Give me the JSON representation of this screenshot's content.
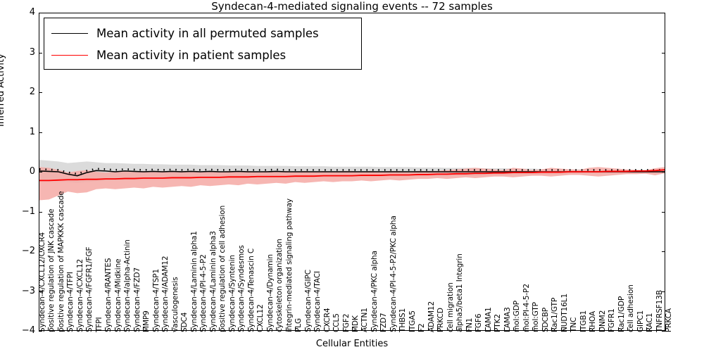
{
  "chart_data": {
    "type": "line",
    "title": "Syndecan-4-mediated signaling events -- 72 samples",
    "xlabel": "Cellular Entities",
    "ylabel": "Inferred Activity",
    "ylim": [
      -4,
      4
    ],
    "yticks": [
      4,
      3,
      2,
      1,
      0,
      -1,
      -2,
      -3,
      -4
    ],
    "grid": false,
    "legend_position": "upper-left",
    "n_samples": 72,
    "colors": {
      "permuted_line": "#000000",
      "patient_line": "#ff0000",
      "permuted_band": "#d9d9d9",
      "patient_band": "#f4a9a4"
    },
    "categories": [
      "Syndecan-4/CXCL12/CXCR4",
      "positive regulation of JNK cascade",
      "positive regulation of MAPKKK cascade",
      "Syndecan-4/TFPI",
      "Syndecan-4/CXCL12",
      "Syndecan-4/FGFR1/FGF",
      "TFPI",
      "Syndecan-4/RANTES",
      "Syndecan-4/Midkine",
      "Syndecan-4/alpha-Actinin",
      "Syndecan-4/FZD7",
      "MMP9",
      "Syndecan-4/TSP1",
      "Syndecan-4/ADAM12",
      "vasculogenesis",
      "SDC4",
      "Syndecan-4/Laminin alpha1",
      "Syndecan-4/PI-4-5-P2",
      "Syndecan-4/Laminin alpha3",
      "positive regulation of cell adhesion",
      "Syndecan-4/Syntenin",
      "Syndecan-4/Syndesmos",
      "Syndecan-4/Tenascin C",
      "CXCL12",
      "Syndecan-4/Dynamin",
      "cytoskeleton organization",
      "integrin-mediated signaling pathway",
      "PLG",
      "Syndecan-4/GIPC",
      "Syndecan-4/TACI",
      "CXCR4",
      "CCL5",
      "FGF2",
      "MDK",
      "ACTN1",
      "Syndecan-4/PKC alpha",
      "FZD7",
      "Syndecan-4/PI-4-5-P2/PKC alpha",
      "THBS1",
      "ITGA5",
      "F2",
      "ADAM12",
      "PRKCD",
      "cell migration",
      "alpha5/beta1 Integrin",
      "FN1",
      "FGF6",
      "LAMA1",
      "PTK2",
      "LAMA3",
      "mol:GDP",
      "mol:PI-4-5-P2",
      "mol:GTP",
      "SDCBP",
      "Rac1/GTP",
      "NUDT16L1",
      "TNC",
      "ITGB1",
      "RHOA",
      "DNM2",
      "FGFR1",
      "Rac1/GDP",
      "cell adhesion",
      "GIPC1",
      "RAC1",
      "TNFRSF13B",
      "PRKCA"
    ],
    "series": [
      {
        "name": "Mean activity in all permuted samples",
        "color": "#000000",
        "values": [
          0.02,
          0.01,
          0.0,
          -0.06,
          -0.1,
          -0.02,
          0.03,
          0.02,
          0.0,
          0.02,
          0.01,
          0.0,
          0.01,
          0.0,
          0.01,
          0.0,
          0.01,
          0.0,
          0.01,
          0.0,
          0.0,
          0.01,
          0.0,
          0.0,
          0.0,
          0.01,
          0.0,
          0.0,
          0.0,
          0.0,
          0.0,
          0.0,
          0.0,
          0.0,
          0.0,
          0.0,
          0.0,
          0.0,
          0.0,
          0.0,
          0.0,
          0.0,
          0.0,
          0.0,
          0.0,
          0.0,
          0.0,
          0.0,
          0.0,
          0.0,
          0.0,
          0.0,
          0.0,
          0.0,
          0.0,
          0.0,
          0.0,
          0.0,
          0.0,
          0.0,
          0.0,
          0.0,
          0.0,
          0.0,
          0.0,
          0.0,
          0.0
        ],
        "band_upper": [
          0.3,
          0.28,
          0.26,
          0.22,
          0.24,
          0.26,
          0.24,
          0.22,
          0.22,
          0.21,
          0.2,
          0.2,
          0.19,
          0.19,
          0.18,
          0.18,
          0.18,
          0.17,
          0.17,
          0.17,
          0.16,
          0.16,
          0.16,
          0.15,
          0.15,
          0.15,
          0.15,
          0.14,
          0.14,
          0.14,
          0.14,
          0.13,
          0.13,
          0.13,
          0.13,
          0.13,
          0.12,
          0.12,
          0.12,
          0.12,
          0.11,
          0.11,
          0.11,
          0.1,
          0.1,
          0.1,
          0.1,
          0.09,
          0.09,
          0.09,
          0.08,
          0.08,
          0.08,
          0.07,
          0.07,
          0.07,
          0.06,
          0.06,
          0.06,
          0.06,
          0.05,
          0.05,
          0.05,
          0.05,
          0.05,
          0.05,
          0.05
        ],
        "band_lower": [
          -0.26,
          -0.26,
          -0.25,
          -0.26,
          -0.28,
          -0.26,
          -0.24,
          -0.23,
          -0.22,
          -0.21,
          -0.21,
          -0.2,
          -0.2,
          -0.19,
          -0.19,
          -0.19,
          -0.18,
          -0.18,
          -0.18,
          -0.17,
          -0.17,
          -0.17,
          -0.16,
          -0.16,
          -0.16,
          -0.15,
          -0.15,
          -0.15,
          -0.15,
          -0.14,
          -0.14,
          -0.14,
          -0.14,
          -0.13,
          -0.13,
          -0.13,
          -0.13,
          -0.12,
          -0.12,
          -0.12,
          -0.12,
          -0.11,
          -0.11,
          -0.11,
          -0.1,
          -0.1,
          -0.1,
          -0.09,
          -0.09,
          -0.09,
          -0.08,
          -0.08,
          -0.08,
          -0.07,
          -0.07,
          -0.07,
          -0.06,
          -0.06,
          -0.06,
          -0.06,
          -0.05,
          -0.05,
          -0.05,
          -0.05,
          -0.05,
          -0.05,
          -0.05
        ]
      },
      {
        "name": "Mean activity in patient samples",
        "color": "#ff0000",
        "values": [
          -0.22,
          -0.22,
          -0.21,
          -0.2,
          -0.2,
          -0.19,
          -0.19,
          -0.18,
          -0.18,
          -0.17,
          -0.17,
          -0.16,
          -0.16,
          -0.16,
          -0.15,
          -0.15,
          -0.15,
          -0.14,
          -0.14,
          -0.14,
          -0.13,
          -0.13,
          -0.13,
          -0.12,
          -0.12,
          -0.12,
          -0.12,
          -0.11,
          -0.11,
          -0.11,
          -0.1,
          -0.1,
          -0.1,
          -0.1,
          -0.09,
          -0.09,
          -0.09,
          -0.08,
          -0.08,
          -0.08,
          -0.07,
          -0.07,
          -0.06,
          -0.06,
          -0.05,
          -0.05,
          -0.04,
          -0.04,
          -0.03,
          -0.03,
          -0.02,
          -0.02,
          -0.02,
          -0.01,
          -0.01,
          -0.01,
          0.0,
          0.0,
          0.0,
          0.0,
          0.01,
          0.01,
          0.01,
          0.02,
          0.02,
          0.03,
          0.05
        ],
        "band_upper": [
          0.12,
          0.1,
          0.05,
          -0.02,
          0.02,
          0.04,
          0.0,
          -0.02,
          0.0,
          0.02,
          0.0,
          0.02,
          0.0,
          0.02,
          0.0,
          0.02,
          0.02,
          0.0,
          0.02,
          0.0,
          0.02,
          0.0,
          0.02,
          0.0,
          0.02,
          0.0,
          0.02,
          0.0,
          0.02,
          0.0,
          0.02,
          0.0,
          0.02,
          0.02,
          0.0,
          0.02,
          0.0,
          0.02,
          0.02,
          0.0,
          0.02,
          0.02,
          0.02,
          0.04,
          0.06,
          0.08,
          0.1,
          0.08,
          0.06,
          0.04,
          0.1,
          0.08,
          0.04,
          0.06,
          0.1,
          0.08,
          0.06,
          0.05,
          0.1,
          0.12,
          0.1,
          0.08,
          0.06,
          0.05,
          0.04,
          0.09,
          0.12
        ],
        "band_lower": [
          -0.72,
          -0.7,
          -0.6,
          -0.5,
          -0.54,
          -0.52,
          -0.44,
          -0.42,
          -0.44,
          -0.42,
          -0.4,
          -0.42,
          -0.38,
          -0.4,
          -0.38,
          -0.36,
          -0.38,
          -0.34,
          -0.36,
          -0.34,
          -0.32,
          -0.34,
          -0.3,
          -0.32,
          -0.3,
          -0.28,
          -0.3,
          -0.26,
          -0.28,
          -0.26,
          -0.24,
          -0.26,
          -0.24,
          -0.24,
          -0.22,
          -0.24,
          -0.22,
          -0.2,
          -0.22,
          -0.2,
          -0.18,
          -0.18,
          -0.16,
          -0.18,
          -0.16,
          -0.14,
          -0.16,
          -0.14,
          -0.12,
          -0.12,
          -0.14,
          -0.12,
          -0.1,
          -0.1,
          -0.12,
          -0.1,
          -0.08,
          -0.08,
          -0.1,
          -0.12,
          -0.1,
          -0.08,
          -0.06,
          -0.06,
          -0.05,
          -0.09,
          -0.04
        ]
      }
    ]
  },
  "legend": {
    "entries": [
      {
        "label": "Mean activity in all permuted samples",
        "swatch": "black"
      },
      {
        "label": "Mean activity in patient samples",
        "swatch": "red"
      }
    ]
  }
}
